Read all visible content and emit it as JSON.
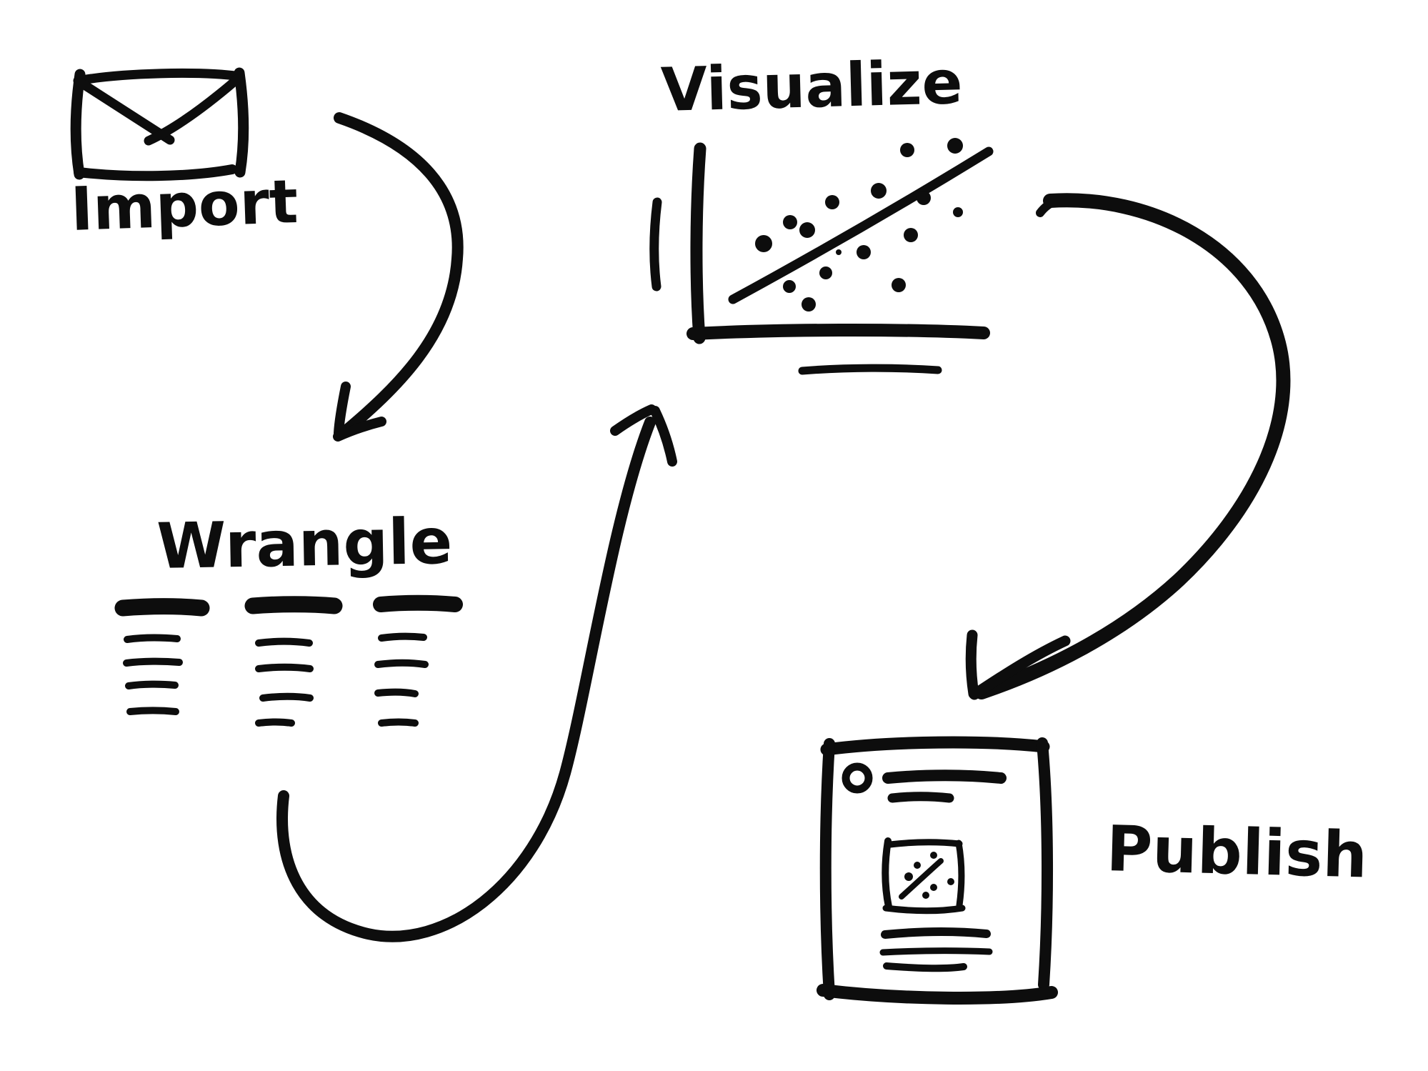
{
  "canvas": {
    "background": "#ffffff",
    "ink": "#0d0d0d"
  },
  "steps": [
    {
      "id": "import",
      "label": "Import",
      "icon": "envelope-icon"
    },
    {
      "id": "wrangle",
      "label": "Wrangle",
      "icon": "data-table-icon"
    },
    {
      "id": "visualize",
      "label": "Visualize",
      "icon": "scatter-plot-icon"
    },
    {
      "id": "publish",
      "label": "Publish",
      "icon": "document-page-icon"
    }
  ],
  "edges": [
    {
      "from": "import",
      "to": "wrangle",
      "style": "hand-drawn-curved-arrow"
    },
    {
      "from": "wrangle",
      "to": "visualize",
      "style": "hand-drawn-s-curved-arrow"
    },
    {
      "from": "visualize",
      "to": "publish",
      "style": "hand-drawn-curved-arrow"
    }
  ],
  "scatter_icon": {
    "has_y_axis": true,
    "has_x_axis": true,
    "has_trend_line": true,
    "dots": [
      [
        1270,
        210,
        10
      ],
      [
        1337,
        204,
        11
      ],
      [
        1230,
        267,
        11
      ],
      [
        1165,
        283,
        10
      ],
      [
        1293,
        277,
        10
      ],
      [
        1341,
        297,
        7
      ],
      [
        1106,
        311,
        10
      ],
      [
        1130,
        322,
        11
      ],
      [
        1069,
        341,
        12
      ],
      [
        1275,
        329,
        10
      ],
      [
        1174,
        353,
        4
      ],
      [
        1209,
        353,
        10
      ],
      [
        1156,
        382,
        9
      ],
      [
        1105,
        401,
        9
      ],
      [
        1258,
        399,
        10
      ],
      [
        1132,
        426,
        10
      ]
    ]
  },
  "table_icon": {
    "columns": 3,
    "rows_per_column": 4
  },
  "document_icon": {
    "thumb_dots": [
      [
        1307,
        1197,
        5
      ],
      [
        1284,
        1211,
        5
      ],
      [
        1272,
        1227,
        6
      ],
      [
        1331,
        1234,
        5
      ],
      [
        1307,
        1242,
        5
      ],
      [
        1296,
        1253,
        5
      ]
    ]
  }
}
